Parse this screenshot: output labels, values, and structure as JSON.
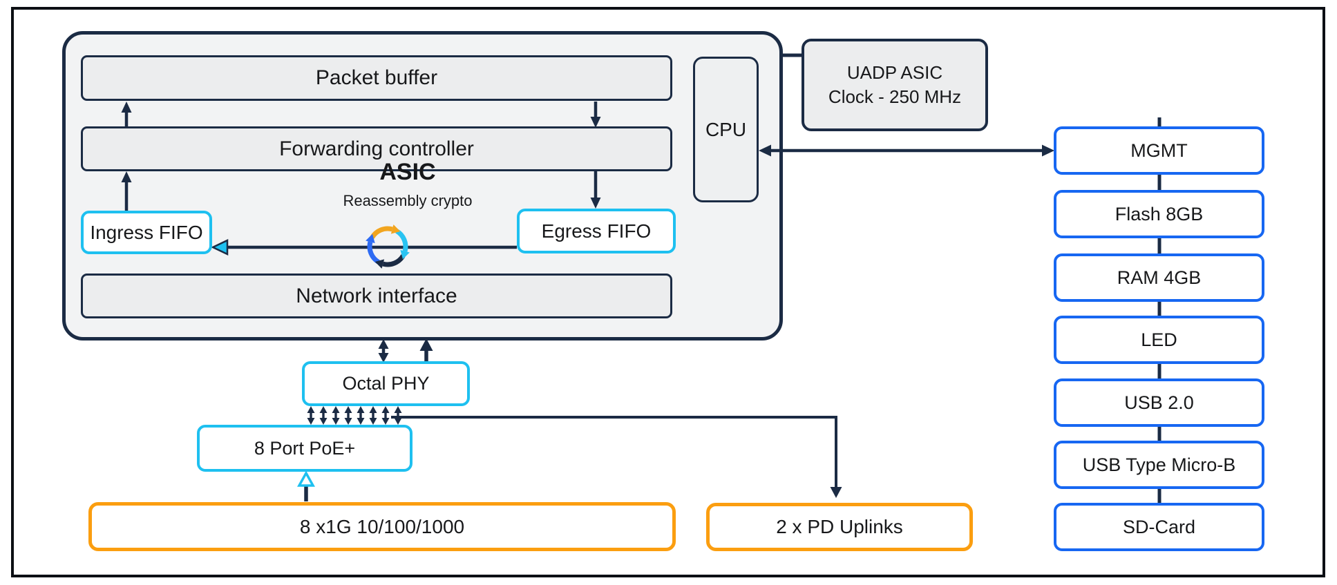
{
  "diagram": {
    "asic": {
      "packet_buffer": "Packet buffer",
      "forwarding_controller": "Forwarding controller",
      "asic_title": "ASIC",
      "asic_subtitle": "Reassembly crypto",
      "ingress_fifo": "Ingress FIFO",
      "egress_fifo": "Egress FIFO",
      "network_interface": "Network interface",
      "cpu": "CPU"
    },
    "clock_box": {
      "line1": "UADP ASIC",
      "line2": "Clock - 250 MHz"
    },
    "phy": "Octal PHY",
    "poe": "8 Port PoE+",
    "downlinks": "8 x1G 10/100/1000",
    "uplinks": "2 x PD Uplinks",
    "peripherals": [
      "MGMT",
      "Flash 8GB",
      "RAM 4GB",
      "LED",
      "USB 2.0",
      "USB Type Micro-B",
      "SD-Card"
    ],
    "colors": {
      "navy": "#1b2b44",
      "cyan": "#1ec0f0",
      "blue": "#1767f2",
      "orange": "#fb9e10",
      "icon_orange": "#f2a51f"
    }
  }
}
